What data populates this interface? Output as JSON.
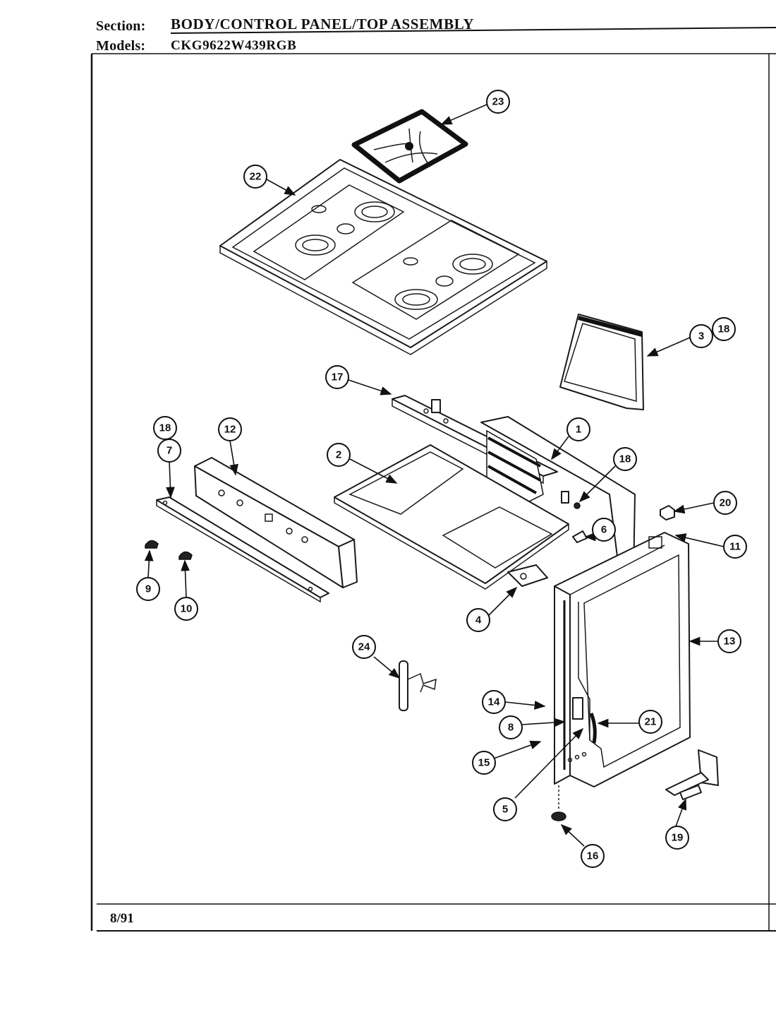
{
  "header": {
    "section_label": "Section:",
    "section_value": "BODY/CONTROL PANEL/TOP ASSEMBLY",
    "models_label": "Models:",
    "models_value": "CKG9622W439RGB"
  },
  "footer": {
    "date": "8/91"
  },
  "callouts": [
    {
      "id": "c23",
      "label": "23"
    },
    {
      "id": "c22",
      "label": "22"
    },
    {
      "id": "c3",
      "label": "3"
    },
    {
      "id": "c18a",
      "label": "18"
    },
    {
      "id": "c17",
      "label": "17"
    },
    {
      "id": "c18b",
      "label": "18"
    },
    {
      "id": "c7",
      "label": "7"
    },
    {
      "id": "c12",
      "label": "12"
    },
    {
      "id": "c1",
      "label": "1"
    },
    {
      "id": "c2",
      "label": "2"
    },
    {
      "id": "c18c",
      "label": "18"
    },
    {
      "id": "c20",
      "label": "20"
    },
    {
      "id": "c6",
      "label": "6"
    },
    {
      "id": "c11",
      "label": "11"
    },
    {
      "id": "c9",
      "label": "9"
    },
    {
      "id": "c10",
      "label": "10"
    },
    {
      "id": "c4",
      "label": "4"
    },
    {
      "id": "c13",
      "label": "13"
    },
    {
      "id": "c24",
      "label": "24"
    },
    {
      "id": "c14",
      "label": "14"
    },
    {
      "id": "c21",
      "label": "21"
    },
    {
      "id": "c8",
      "label": "8"
    },
    {
      "id": "c15",
      "label": "15"
    },
    {
      "id": "c5",
      "label": "5"
    },
    {
      "id": "c19",
      "label": "19"
    },
    {
      "id": "c16",
      "label": "16"
    }
  ]
}
